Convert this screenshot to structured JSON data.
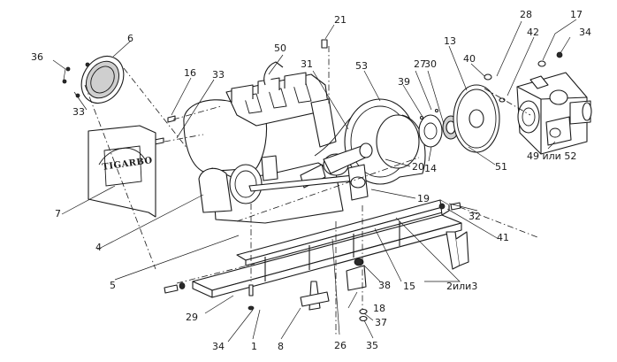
{
  "logo": {
    "text": "TIGARBO"
  },
  "callouts": [
    {
      "id": "c1",
      "label": "1"
    },
    {
      "id": "c2",
      "label": "2или3"
    },
    {
      "id": "c4",
      "label": "4"
    },
    {
      "id": "c5",
      "label": "5"
    },
    {
      "id": "c6",
      "label": "6"
    },
    {
      "id": "c7",
      "label": "7"
    },
    {
      "id": "c8",
      "label": "8"
    },
    {
      "id": "c13",
      "label": "13"
    },
    {
      "id": "c14",
      "label": "14"
    },
    {
      "id": "c15",
      "label": "15"
    },
    {
      "id": "c16",
      "label": "16"
    },
    {
      "id": "c17",
      "label": "17"
    },
    {
      "id": "c18",
      "label": "18"
    },
    {
      "id": "c19",
      "label": "19"
    },
    {
      "id": "c20",
      "label": "20"
    },
    {
      "id": "c21",
      "label": "21"
    },
    {
      "id": "c26",
      "label": "26"
    },
    {
      "id": "c27",
      "label": "27"
    },
    {
      "id": "c28",
      "label": "28"
    },
    {
      "id": "c29",
      "label": "29"
    },
    {
      "id": "c30",
      "label": "30"
    },
    {
      "id": "c31",
      "label": "31"
    },
    {
      "id": "c32",
      "label": "32"
    },
    {
      "id": "c33a",
      "label": "33"
    },
    {
      "id": "c33b",
      "label": "33"
    },
    {
      "id": "c34a",
      "label": "34"
    },
    {
      "id": "c34b",
      "label": "34"
    },
    {
      "id": "c35",
      "label": "35"
    },
    {
      "id": "c36",
      "label": "36"
    },
    {
      "id": "c37",
      "label": "37"
    },
    {
      "id": "c38",
      "label": "38"
    },
    {
      "id": "c39",
      "label": "39"
    },
    {
      "id": "c40",
      "label": "40"
    },
    {
      "id": "c41",
      "label": "41"
    },
    {
      "id": "c42",
      "label": "42"
    },
    {
      "id": "c49",
      "label": "49 или 52"
    },
    {
      "id": "c50",
      "label": "50"
    },
    {
      "id": "c51",
      "label": "51"
    },
    {
      "id": "c53",
      "label": "53"
    }
  ]
}
